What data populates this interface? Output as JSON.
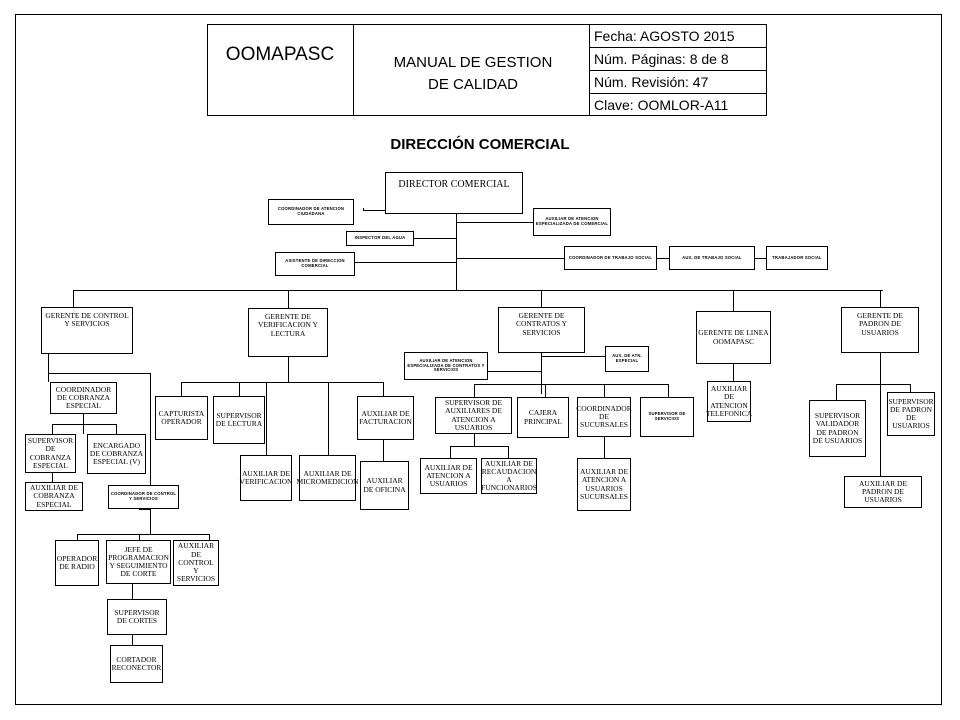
{
  "header": {
    "org": "OOMAPASC",
    "manual": "MANUAL DE GESTION DE CALIDAD",
    "fecha": "Fecha: AGOSTO 2015",
    "paginas": "Núm. Páginas: 8 de 8",
    "revision": "Núm. Revisión: 47",
    "clave": "Clave: OOMLOR-A11"
  },
  "title": "DIRECCIÓN COMERCIAL",
  "nodes": {
    "director": "DIRECTOR COMERCIAL",
    "coord_atencion": "COORDINADOR DE ATENCION CIUDADANA",
    "inspector_agua": "INSPECTOR DEL AGUA",
    "asistente_dir": "ASISTENTE DE DIRECCION COMERCIAL",
    "aux_atencion_esp": "AUXILIAR DE ATENCION ESPECIALIZADA DE COMERCIAL",
    "coord_trabajo_social": "COORDINADOR DE TRABAJO SOCIAL",
    "aux_trabajo_social": "AUX. DE TRABAJO SOCIAL",
    "trabajador_social": "TRABAJADOR SOCIAL",
    "g_control": "GERENTE DE CONTROL Y SERVICIOS",
    "g_verificacion": "GERENTE DE VERIFICACION Y LECTURA",
    "g_contratos": "GERENTE DE CONTRATOS Y SERVICIOS",
    "g_linea": "GERENTE DE LINEA OOMAPASC",
    "g_padron": "GERENTE DE PADRON DE USUARIOS",
    "coord_cobranza": "COORDINADOR DE COBRANZA ESPECIAL",
    "sup_cobranza": "SUPERVISOR DE COBRANZA ESPECIAL",
    "enc_cobranza": "ENCARGADO DE COBRANZA ESPECIAL (V)",
    "aux_cobranza": "AUXILIAR DE COBRANZA ESPECIAL",
    "coord_control": "COORDINADOR DE CONTROL Y SERVICIOS",
    "operador_radio": "OPERADOR DE RADIO",
    "jefe_programacion": "JEFE DE PROGRAMACION Y SEGUIMIENTO DE CORTE",
    "aux_control": "AUXILIAR DE CONTROL Y SERVICIOS",
    "sup_cortes": "SUPERVISOR DE CORTES",
    "cortador": "CORTADOR RECONECTOR",
    "capturista": "CAPTURISTA OPERADOR",
    "sup_lectura": "SUPERVISOR DE LECTURA",
    "aux_verificacion": "AUXILIAR DE VERIFICACION",
    "aux_micromedicion": "AUXILIAR DE MICROMEDICION",
    "aux_facturacion": "AUXILIAR DE FACTURACION",
    "aux_oficina": "AUXILIAR DE OFICINA",
    "aux_atencion_contratos": "AUXILIAR DE ATENCION ESPECIALIZADA DE CONTRATOS Y SERVICIOS",
    "aux_atn_especial": "AUX. DE ATN. ESPECIAL",
    "sup_aux_atencion": "SUPERVISOR DE AUXILIARES DE ATENCION A USUARIOS",
    "cajera": "CAJERA PRINCIPAL",
    "coord_sucursales": "COORDINADOR DE SUCURSALES",
    "sup_servicios": "SUPERVISOR DE SERVICIOS",
    "aux_atencion_usuarios": "AUXILIAR DE ATENCION A USUARIOS",
    "aux_recaudacion": "AUXILIAR DE RECAUDACION A FUNCIONARIOS",
    "aux_atencion_sucursales": "AUXILIAR DE ATENCION A USUARIOS SUCURSALES",
    "aux_telefonica": "AUXILIAR DE ATENCION TELEFONICA",
    "sup_validador": "SUPERVISOR VALIDADOR DE PADRON DE USUARIOS",
    "sup_padron": "SUPERVISOR DE PADRON DE USUARIOS",
    "aux_padron": "AUXILIAR DE PADRON DE USUARIOS"
  }
}
